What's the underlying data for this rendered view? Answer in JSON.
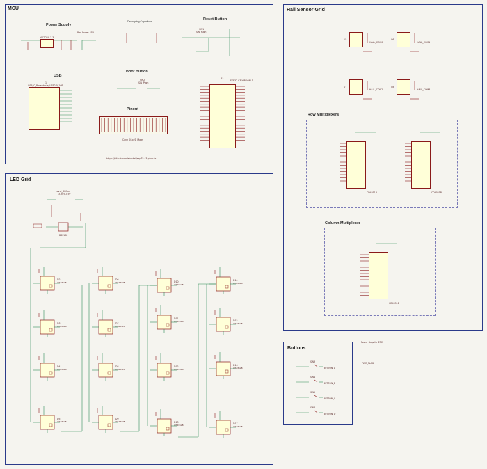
{
  "sections": {
    "mcu": "MCU",
    "hall": "Hall Sensor Grid",
    "led": "LED Grid",
    "buttons": "Buttons"
  },
  "subsections": {
    "power_supply": "Power Supply",
    "decoupling": "Decoupling Capacitors",
    "reset": "Reset Button",
    "usb": "USB",
    "boot": "Boot Button",
    "pinout": "Pinout",
    "row_mux": "Row Multiplexers",
    "col_mux": "Column Multiplexer"
  },
  "labels": {
    "mcu_part": "ESP32-C3-WROOM-1",
    "mcu_ref": "U1",
    "usb_conn": "USB_C_Receptacle_USB2.0_16P",
    "usb_ref": "J1",
    "ldo": "MIC5219-3.3",
    "led_power": "Red Power LED",
    "pinout_ref": "Conn_01x21_Male",
    "url": "https://github.com/aherbst/esp32-c3-pinouts",
    "row_mux_ic": "CD4051B",
    "col_mux_ic": "CD4051B",
    "level_shifter": "Level_Shifter",
    "level_shifter_sub": "3.3v<->5v",
    "mosfet": "BSS138",
    "led_part": "WS2812B",
    "power_flags": "Power flags for ERC",
    "pwr_flag": "PWR_FLAG",
    "sw_boot": "SW2",
    "sw_boot_part": "SW_Push",
    "sw_reset": "SW1",
    "sw_reset_part": "SW_Push"
  },
  "hall_sensors": [
    "U5",
    "U6",
    "U7",
    "U8"
  ],
  "hall_outputs": [
    "HALL_COM0",
    "HALL_COM1",
    "HALL_COM2",
    "HALL_COM3"
  ],
  "buttons": [
    "BUTTON_A",
    "BUTTON_B",
    "BUTTON_C",
    "BUTTON_D"
  ],
  "button_refs": [
    "SW3",
    "SW4",
    "SW5",
    "SW6"
  ],
  "led_refs": [
    [
      "D2",
      "D3",
      "D4",
      "D5"
    ],
    [
      "D6",
      "D7",
      "D8",
      "D9"
    ],
    [
      "D10",
      "D11",
      "D12",
      "D13"
    ],
    [
      "D14",
      "D15",
      "D16",
      "D17"
    ]
  ],
  "colors": {
    "background": "#f5f4ef",
    "frame": "#2a3a8a",
    "wire": "#2e8b57",
    "component": "#8a1a1a",
    "fill": "#ffffd8",
    "label": "#5a2a2a"
  }
}
